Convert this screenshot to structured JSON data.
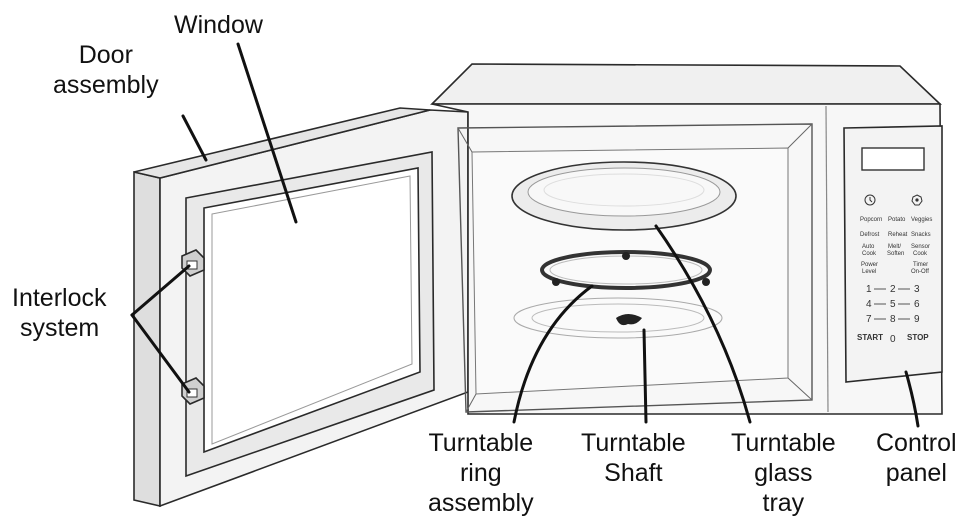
{
  "labels": {
    "window": "Window",
    "door_assembly": [
      "Door",
      "assembly"
    ],
    "interlock_system": [
      "Interlock",
      "system"
    ],
    "turntable_ring_assembly": [
      "Turntable",
      "ring",
      "assembly"
    ],
    "turntable_shaft": [
      "Turntable",
      "Shaft"
    ],
    "turntable_glass_tray": [
      "Turntable",
      "glass",
      "tray"
    ],
    "control_panel": [
      "Control",
      "panel"
    ]
  },
  "control_panel_keys": {
    "row1": [
      "Popcorn",
      "Potato",
      "Veggies"
    ],
    "row2": [
      "Defrost",
      "Reheat",
      "Snacks"
    ],
    "row3a": [
      "Auto",
      "Melt/",
      "Sensor"
    ],
    "row3b": [
      "Cook",
      "Soften",
      "Cook"
    ],
    "row4a": [
      "Power",
      "Timer"
    ],
    "row4b": [
      "Level",
      "On-Off"
    ],
    "num1": [
      "1",
      "2",
      "3"
    ],
    "num2": [
      "4",
      "5",
      "6"
    ],
    "num3": [
      "7",
      "8",
      "9"
    ],
    "bottom": [
      "START",
      "0",
      "STOP"
    ]
  },
  "colors": {
    "line": "#111111",
    "outline": "#2a2a2a",
    "fill_light": "#f4f4f4",
    "fill_shade": "#e2e2e2"
  }
}
